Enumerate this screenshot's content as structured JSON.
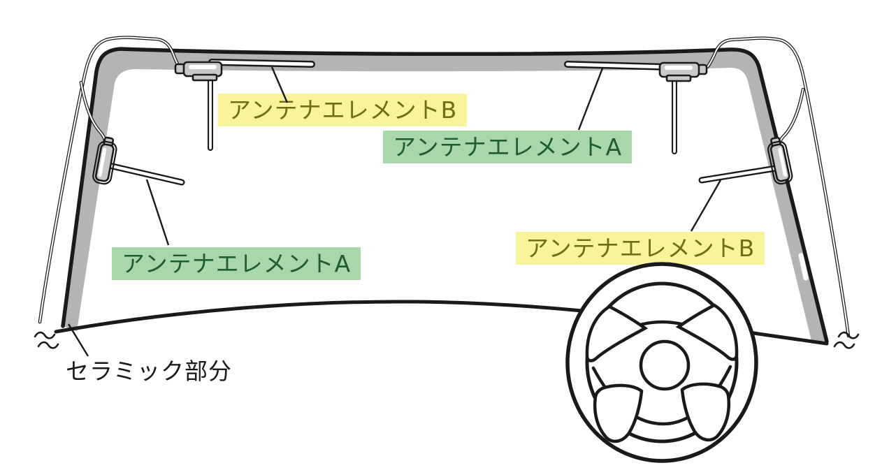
{
  "diagram": {
    "type": "windshield-glass-antenna-diagram",
    "labels": {
      "antenna_element_b_top": {
        "text": "アンテナエレメントB",
        "highlight": "#f7f49b",
        "text_color": "#6e6e14"
      },
      "antenna_element_a_top": {
        "text": "アンテナエレメントA",
        "highlight": "#a9d7ac",
        "text_color": "#1f5c33"
      },
      "antenna_element_a_side": {
        "text": "アンテナエレメントA",
        "highlight": "#a9d7ac",
        "text_color": "#1f5c33"
      },
      "antenna_element_b_side": {
        "text": "アンテナエレメントB",
        "highlight": "#f7f49b",
        "text_color": "#6e6e14"
      },
      "ceramic": {
        "text": "セラミック部分",
        "highlight": "none",
        "text_color": "#1a1a1a"
      }
    },
    "colors": {
      "background": "#ffffff",
      "line": "#1a1a1a",
      "ceramic_band_gray": "#b4b4b4",
      "antenna_unit_gray": "#c9c9c9"
    },
    "parts": [
      "windshield-edge",
      "ceramic-band",
      "top-antenna-bar-left",
      "top-antenna-bar-right",
      "vertical-antenna-rod-left",
      "vertical-antenna-rod-right",
      "pillar-antenna-rod-left",
      "pillar-antenna-rod-right",
      "antenna-unit-top-left",
      "antenna-unit-top-right",
      "antenna-unit-pillar-left",
      "antenna-unit-pillar-right",
      "steering-wheel",
      "cowl-line",
      "break-marks"
    ]
  }
}
